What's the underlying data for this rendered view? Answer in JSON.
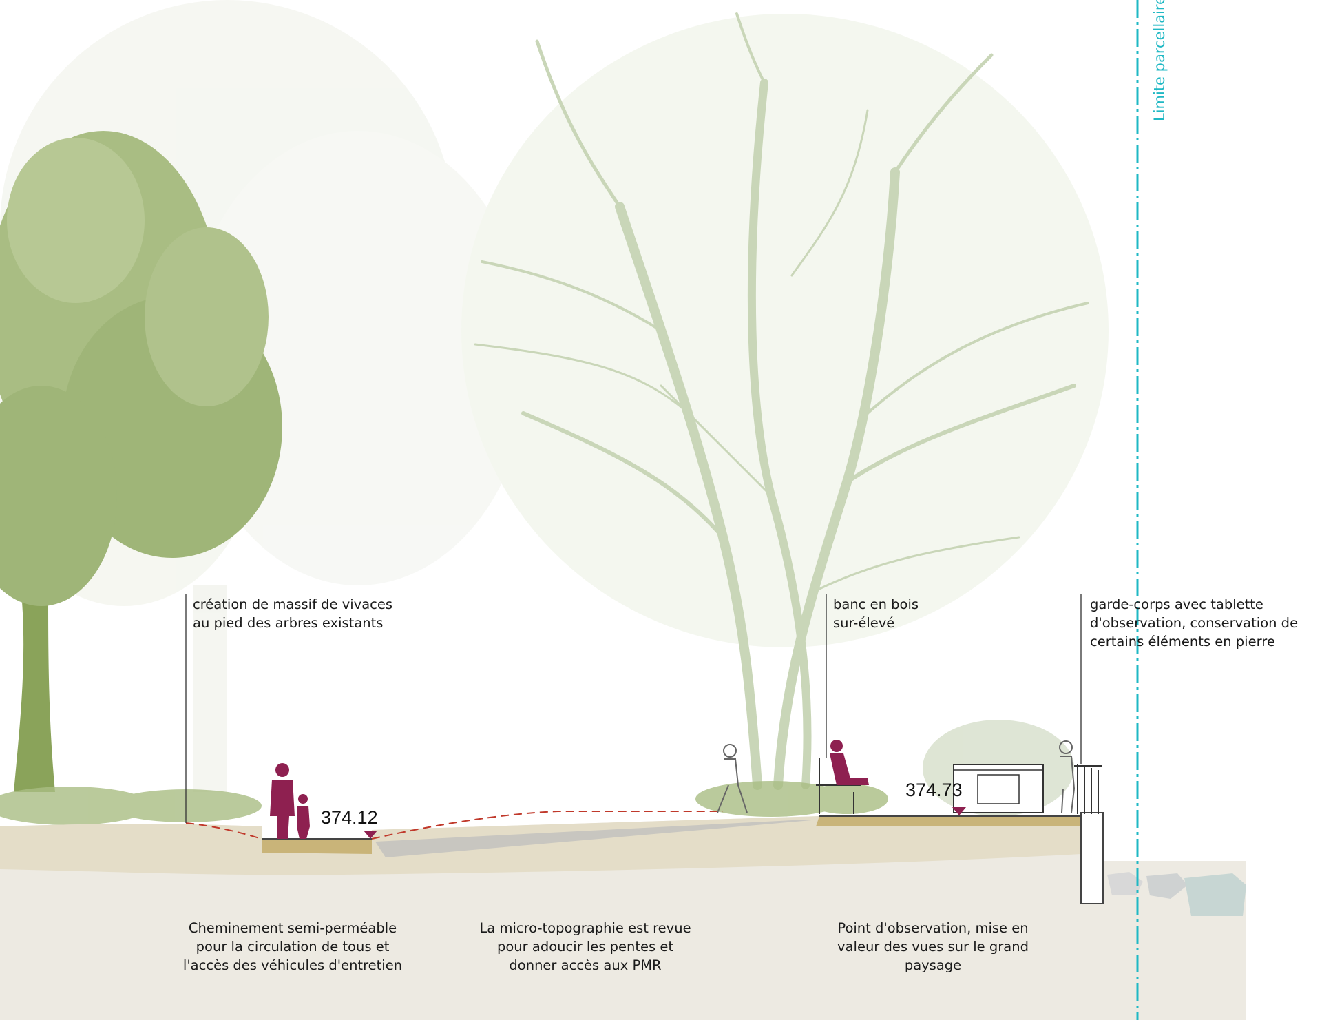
{
  "annotations": {
    "top": [
      {
        "id": "massif",
        "text": "création de massif de vivaces\nau pied des arbres existants"
      },
      {
        "id": "banc",
        "text": "banc en bois\nsur-élevé"
      },
      {
        "id": "garde_corps",
        "text": "garde-corps avec tablette\nd'observation, conservation de\ncertains éléments en pierre"
      }
    ],
    "bottom": [
      {
        "id": "cheminement",
        "text": "Cheminement semi-perméable\npour la circulation de tous et\nl'accès des véhicules d'entretien"
      },
      {
        "id": "topographie",
        "text": "La micro-topographie est revue\npour adoucir les pentes et\ndonner accès aux PMR"
      },
      {
        "id": "observation",
        "text": "Point d'observation, mise en\nvaleur des vues sur le grand\npaysage"
      }
    ]
  },
  "elevations": [
    {
      "id": "elev_1",
      "value": "374.12"
    },
    {
      "id": "elev_2",
      "value": "374.73"
    }
  ],
  "property_limit": {
    "label": "Limite parcellaire",
    "color": "#1fb8c4"
  },
  "colors": {
    "people_accent": "#8e2050",
    "tree_foreground": "#8aa35a",
    "tree_background": "#c9d6b8",
    "ground_fill": "#edeae2",
    "gravel": "#e4ddc8",
    "path_layer": "#c9b479",
    "grade_line": "#c0392b"
  }
}
